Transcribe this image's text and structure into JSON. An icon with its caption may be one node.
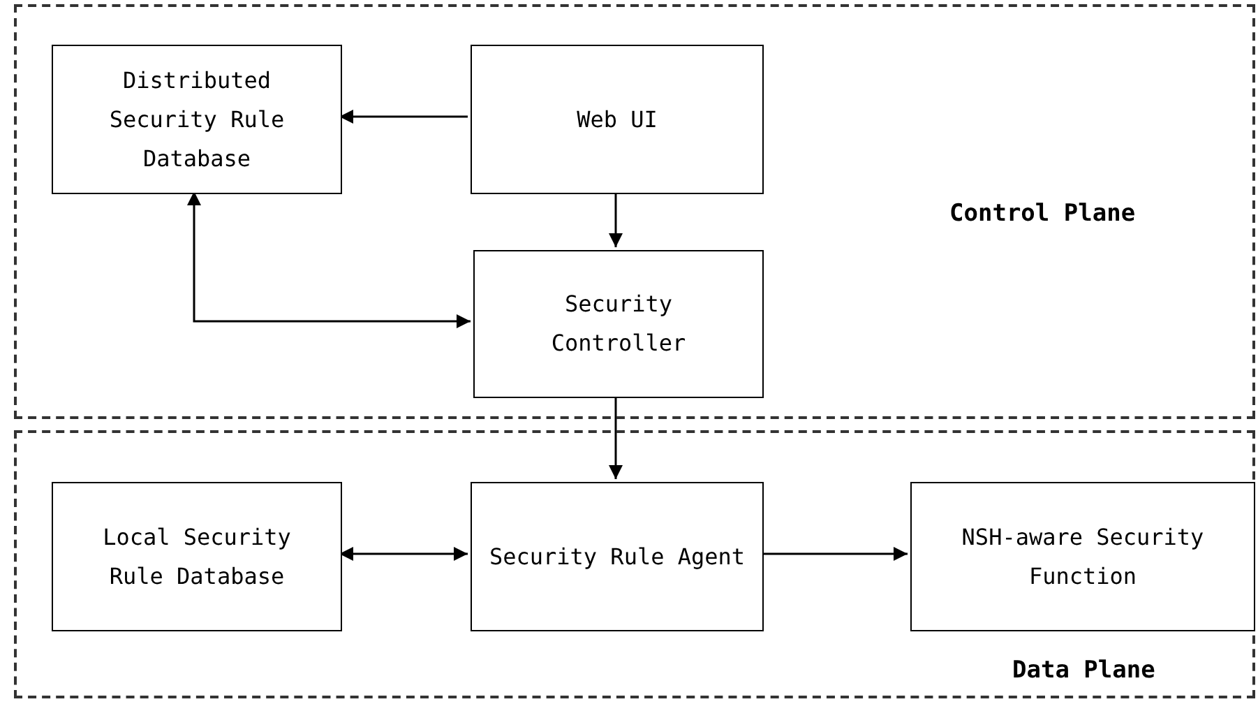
{
  "diagram": {
    "nodes": [
      {
        "text": [
          "Control Plane"
        ]
      },
      {
        "text": [
          "Distributed Security Rule Database"
        ],
        "in": 0
      },
      {
        "text": [
          "Web UI"
        ],
        "in": 0
      },
      {
        "text": [
          "Security Controller"
        ],
        "in": 0
      },
      {
        "text": [
          "Data Plane"
        ]
      },
      {
        "text": [
          "Local Security Rule Database"
        ],
        "in": 4
      },
      {
        "text": [
          "Security Rule Agent"
        ],
        "in": 4
      },
      {
        "text": [
          "NSH-aware Security Function"
        ],
        "in": 4
      }
    ],
    "edges": [
      {
        "from": 2,
        "to": 1,
        "arrow": "to"
      },
      {
        "from": 2,
        "to": 3,
        "arrow": "to"
      },
      {
        "from": 1,
        "to": 3,
        "arrow": "both"
      },
      {
        "from": 3,
        "to": 6,
        "arrow": "to"
      },
      {
        "from": 5,
        "to": 6,
        "arrow": "both"
      },
      {
        "from": 6,
        "to": 7,
        "arrow": "to"
      }
    ]
  }
}
